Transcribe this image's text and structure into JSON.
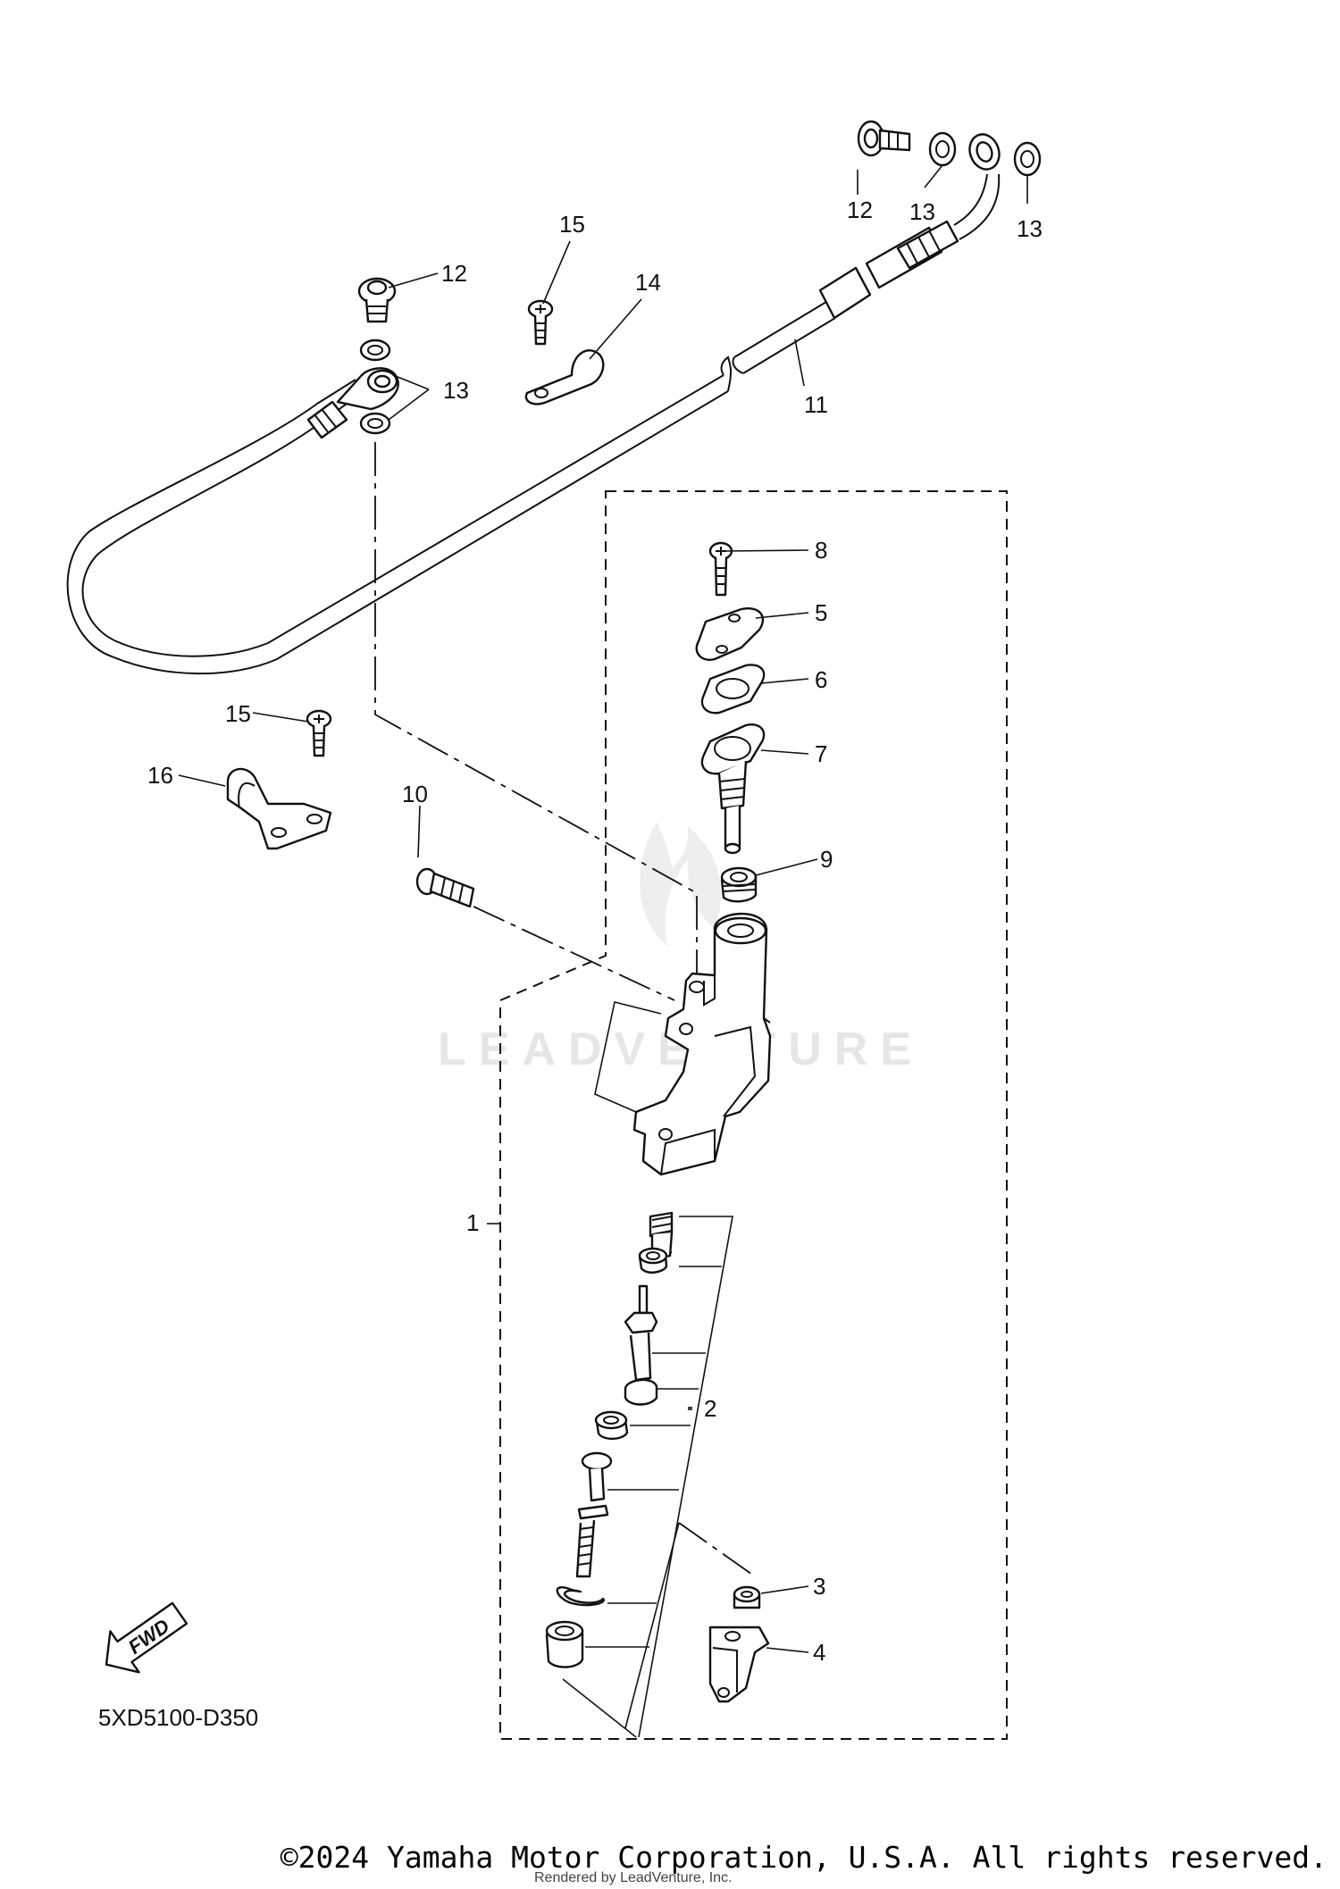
{
  "callouts": {
    "c1": "1",
    "c2": "2",
    "c3": "3",
    "c4": "4",
    "c5": "5",
    "c6": "6",
    "c7": "7",
    "c8": "8",
    "c9": "9",
    "c10": "10",
    "c11": "11",
    "c12a": "12",
    "c12b": "12",
    "c13a": "13",
    "c13b": "13",
    "c13c": "13",
    "c14": "14",
    "c15a": "15",
    "c15b": "15",
    "c16": "16"
  },
  "fwd_label": "FWD",
  "diagram_code": "5XD5100-D350",
  "watermark": "LEADVENTURE",
  "copyright": "©2024 Yamaha Motor Corporation, U.S.A. All rights reserved.",
  "rendered_by": "Rendered by LeadVenture, Inc."
}
